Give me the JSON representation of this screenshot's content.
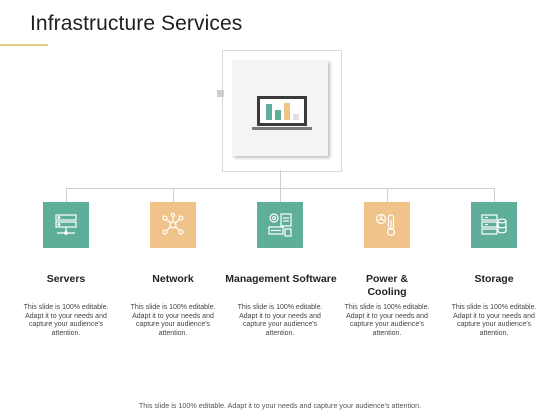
{
  "title": "Infrastructure Services",
  "colors": {
    "teal": "#5fae9a",
    "tan": "#efc38a",
    "accent": "#e8c98a"
  },
  "hub_icon": "laptop-bar-chart-icon",
  "items": [
    {
      "label": "Servers",
      "description": "This slide is 100% editable. Adapt it to your needs and capture your audience's attention.",
      "icon": "server-rack-icon",
      "color": "teal"
    },
    {
      "label": "Network",
      "description": "This slide is 100% editable. Adapt it to your needs and capture your audience's attention.",
      "icon": "network-nodes-icon",
      "color": "tan"
    },
    {
      "label": "Management Software",
      "description": "This slide is 100% editable. Adapt it to your needs and capture your audience's attention.",
      "icon": "management-software-icon",
      "color": "teal"
    },
    {
      "label": "Power & Cooling",
      "description": "This slide is 100% editable. Adapt it to your needs and capture your audience's attention.",
      "icon": "thermometer-fan-icon",
      "color": "tan"
    },
    {
      "label": "Storage",
      "description": "This slide is 100% editable. Adapt it to your needs and capture your audience's attention.",
      "icon": "storage-database-icon",
      "color": "teal"
    }
  ],
  "footer": "This slide is 100% editable. Adapt it to your needs and capture your audience's attention."
}
